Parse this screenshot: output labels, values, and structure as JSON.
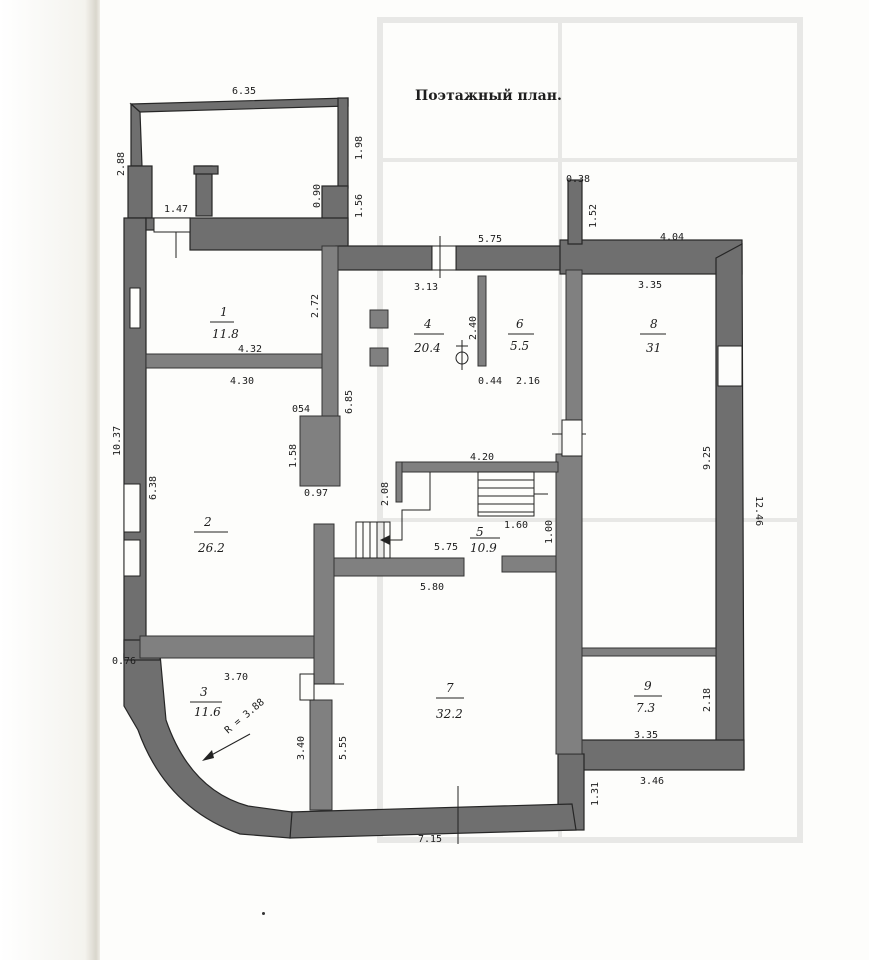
{
  "title": "Поэтажный план.",
  "rooms": [
    {
      "num": "1",
      "area": "11.8"
    },
    {
      "num": "2",
      "area": "26.2"
    },
    {
      "num": "3",
      "area": "11.6"
    },
    {
      "num": "4",
      "area": "20.4"
    },
    {
      "num": "5",
      "area": "10.9"
    },
    {
      "num": "6",
      "area": "5.5"
    },
    {
      "num": "7",
      "area": "32.2"
    },
    {
      "num": "8",
      "area": "31"
    },
    {
      "num": "9",
      "area": "7.3"
    }
  ],
  "dimensions": {
    "top_width": "6.35",
    "left_top": "2.88",
    "right_top": "1.98",
    "niche_a": "0.90",
    "niche_b": "1.56",
    "opening": "1.47",
    "pillar_w": "0.38",
    "pillar_h": "1.52",
    "hall_top": "5.75",
    "room8_top": "4.04",
    "hall_door": "3.13",
    "r6_h": "2.40",
    "r6_w": "2.16",
    "r6_gap": "0.44",
    "r1_h": "2.72",
    "r1_w": "4.32",
    "r2_w": "4.30",
    "left_total": "10.37",
    "r2_h": "6.38",
    "chimney_w": "054",
    "chimney_h": "1.58",
    "chimney_b": "0.97",
    "hall_wall": "6.85",
    "r8_w": "3.35",
    "r8_h": "9.25",
    "right_total": "12.46",
    "stair_top": "4.20",
    "stair_v": "2.08",
    "stair_w": "1.60",
    "stair_gap": "1.00",
    "hall_mid": "5.75",
    "r7_top": "5.80",
    "corner": "0.76",
    "r3_w": "3.70",
    "radius": "R = 3.88",
    "r3_h": "3.40",
    "r7_h": "5.55",
    "r9_h": "2.18",
    "r9_w": "3.35",
    "r9_bottom": "3.46",
    "bottom_step": "1.31",
    "bottom_total": "7.15"
  }
}
